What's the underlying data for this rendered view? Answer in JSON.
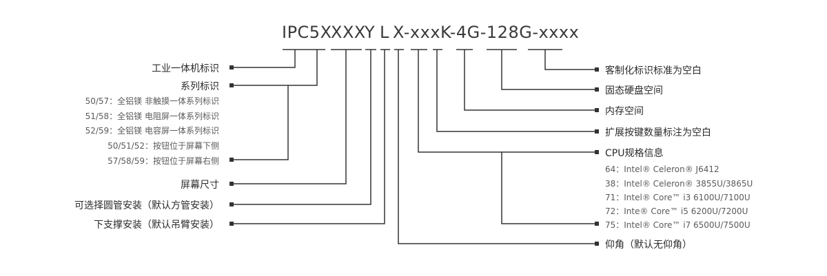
{
  "code": {
    "ipc5x": "IPC5X",
    "xxx": "XXX",
    "y": "Y",
    "l": "L",
    "tail": "X-xxxK-4G-128G-xxxx"
  },
  "left": {
    "l1": "工业一体机标识",
    "l2": "系列标识",
    "l2_subs": [
      "50/57：全铝镁 非触摸一体系列标识",
      "51/58：全铝镁 电阻屏一体系列标识",
      "52/59：全铝镁 电容屏一体系列标识",
      "50/51/52：按钮位于屏幕下侧"
    ],
    "l2_last": "57/58/59：按钮位于屏幕右侧",
    "l3": "屏幕尺寸",
    "l4": "可选择圆管安装（默认方管安装）",
    "l5": "下支撑安装（默认吊臂安装）"
  },
  "right": {
    "r1": "客制化标识标准为空白",
    "r2": "固态硬盘空间",
    "r3": "内存空间",
    "r4": "扩展按键数量标注为空白",
    "r5": "CPU规格信息",
    "r5_subs": [
      "64：Intel® Celeron® J6412",
      "38：Intel® Celeron® 3855U/3865U",
      "71：Intel® Core™ i3 6100U/7100U",
      "72：Inte® Core™ i5 6200U/7200U"
    ],
    "r5_last": "75：Intel® Core™ i7 6500U/7500U",
    "r6": "仰角（默认无仰角）"
  }
}
